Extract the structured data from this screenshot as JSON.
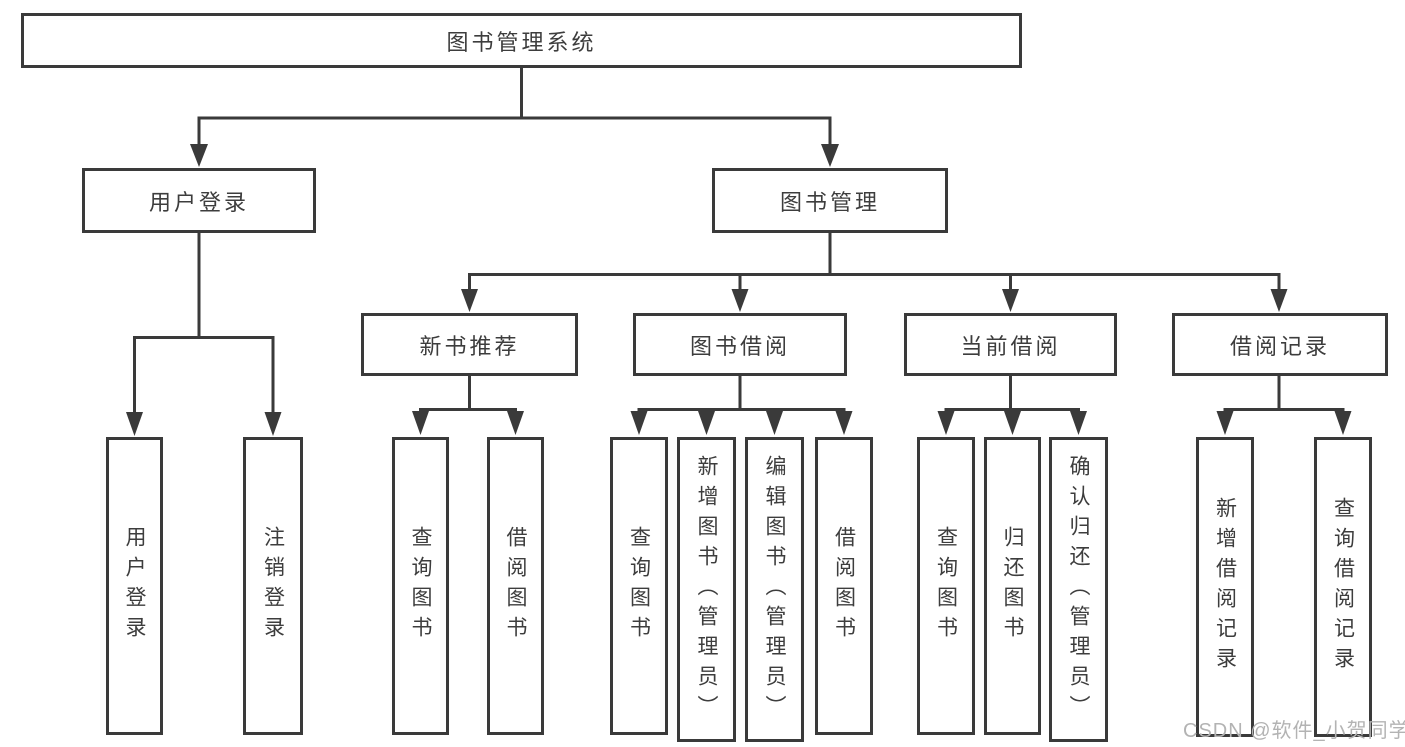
{
  "colors": {
    "background": "#ffffff",
    "stroke": "#3a3a3a",
    "text": "#3d3d3d",
    "watermark": "#b3b3b3"
  },
  "watermark": {
    "text": "CSDN @软件_小贺同学"
  },
  "tree": {
    "label": "图书管理系统",
    "children": [
      {
        "label": "用户登录",
        "children": [
          {
            "label": "用户登录"
          },
          {
            "label": "注销登录"
          }
        ]
      },
      {
        "label": "图书管理",
        "children": [
          {
            "label": "新书推荐",
            "children": [
              {
                "label": "查询图书"
              },
              {
                "label": "借阅图书"
              }
            ]
          },
          {
            "label": "图书借阅",
            "children": [
              {
                "label": "查询图书"
              },
              {
                "label": "新增图书（管理员）"
              },
              {
                "label": "编辑图书（管理员）"
              },
              {
                "label": "借阅图书"
              }
            ]
          },
          {
            "label": "当前借阅",
            "children": [
              {
                "label": "查询图书"
              },
              {
                "label": "归还图书"
              },
              {
                "label": "确认归还（管理员）"
              }
            ]
          },
          {
            "label": "借阅记录",
            "children": [
              {
                "label": "新增借阅记录"
              },
              {
                "label": "查询借阅记录"
              }
            ]
          }
        ]
      }
    ]
  }
}
